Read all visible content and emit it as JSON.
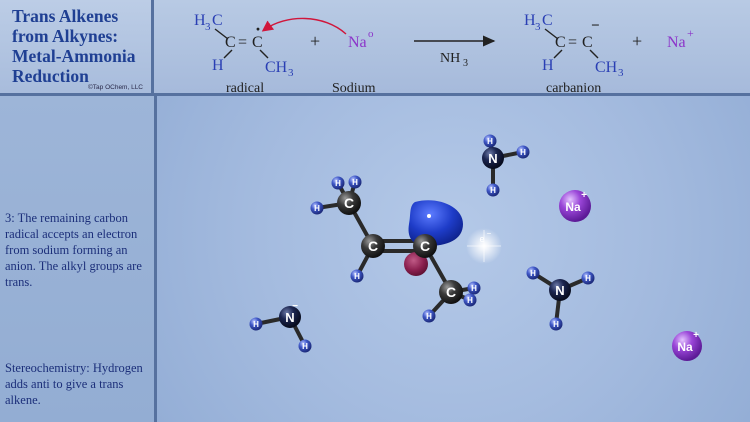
{
  "header": {
    "title_lines": [
      "Trans Alkenes",
      "from Alkynes:",
      "Metal-Ammonia",
      "Reduction"
    ],
    "copyright": "©Tap OChem, LLC"
  },
  "equation": {
    "reactant_radical_label": "radical",
    "reactant_sodium_label": "Sodium",
    "reagent": "NH",
    "reagent_sub": "3",
    "product_label": "carbanion",
    "plus": "+",
    "sodium_symbol": "Na",
    "sodium_charge_neutral": "o",
    "sodium_charge_plus": "+",
    "h3c": "H",
    "h3c_sub": "3",
    "h3c_c": "C",
    "ch3_c": "CH",
    "ch3_sub": "3",
    "h_label": "H",
    "c_label": "C",
    "double_bond": "=",
    "radical_dot": "·",
    "anion_minus": "−"
  },
  "side": {
    "step_text": "3: The remaining carbon radical accepts an electron from sodium forming an anion. The alkyl groups are trans.",
    "stereo_text": "Stereochemistry: Hydrogen adds anti to give a trans alkene."
  },
  "scene": {
    "atom_c": "C",
    "atom_h": "H",
    "atom_n": "N",
    "atom_na": "Na",
    "plus": "+",
    "minus": "−",
    "electron_label": "e",
    "electron_charge": "−"
  },
  "colors": {
    "title_blue": "#1f3f93",
    "panel_border": "#56719f",
    "sodium_purple": "#8c35c9",
    "hydrogen_blue": "#3f58c8",
    "nitrogen_navy": "#1b2550",
    "carbon_gray": "#3a3a3a",
    "orbital_blue": "#1e3cc8",
    "lobe_maroon": "#8a1f4e",
    "arrow_red": "#d0163b"
  },
  "icons": [
    "ball-and-stick-molecule",
    "electron-glow",
    "curved-electron-arrow"
  ]
}
